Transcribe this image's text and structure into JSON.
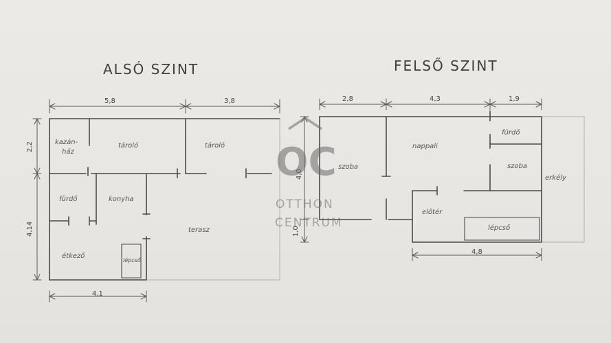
{
  "levels": {
    "lower": {
      "title": "ALSÓ SZINT",
      "dims": {
        "top_left": "5,8",
        "top_right": "3,8",
        "left_upper": "2,2",
        "left_lower": "4,14",
        "bottom": "4,1"
      },
      "rooms": [
        "kazán-",
        "ház",
        "tároló",
        "tároló",
        "fürdő",
        "konyha",
        "terasz",
        "étkező",
        "lépcső"
      ]
    },
    "upper": {
      "title": "FELSŐ SZINT",
      "dims": {
        "top_a": "2,8",
        "top_b": "4,3",
        "top_c": "1,9",
        "left": "4,0",
        "left_small": "1,0",
        "bottom": "4,8"
      },
      "rooms": [
        "fürdő",
        "szoba",
        "nappali",
        "szoba",
        "erkély",
        "előtér",
        "lépcső"
      ]
    }
  },
  "watermark": {
    "logo": "OC",
    "line1": "OTTHON",
    "line2": "CENTRUM"
  },
  "colors": {
    "ink": "#4a4a4a",
    "paper": "#e9e8e4",
    "watermark": "#6b6b6b"
  }
}
